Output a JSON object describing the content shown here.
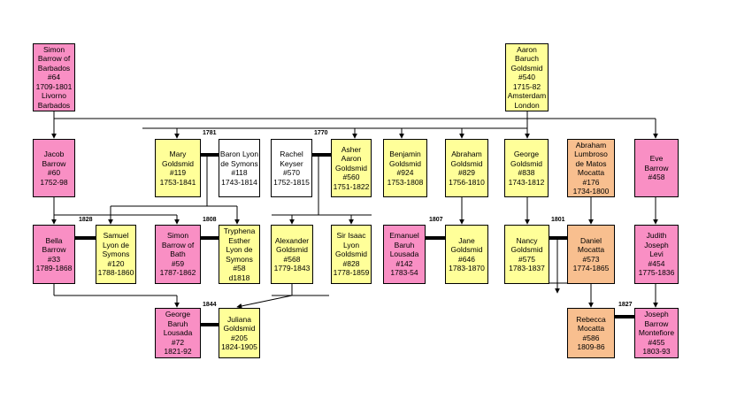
{
  "colors": {
    "pink": "#f98fc4",
    "yellow": "#ffff99",
    "orange": "#f8bf8f",
    "white": "#ffffff",
    "line": "#000000"
  },
  "people": {
    "simon_barrow": {
      "lines": "Simon\nBarrow of\nBarbados\n#64\n1709-1801\nLivorno\nBarbados"
    },
    "aaron_goldsmid": {
      "lines": "Aaron\nBaruch\nGoldsmid\n#540\n1715-82\nAmsterdam\nLondon"
    },
    "jacob_barrow": {
      "lines": "Jacob\nBarrow\n#60\n1752-98"
    },
    "mary_goldsmid": {
      "lines": "Mary\nGoldsmid\n#119\n1753-1841"
    },
    "baron_lyon": {
      "lines": "Baron Lyon\nde Symons\n#118\n1743-1814"
    },
    "rachel_keyser": {
      "lines": "Rachel\nKeyser\n#570\n1752-1815"
    },
    "asher_goldsmid": {
      "lines": "Asher\nAaron\nGoldsmid\n#560\n1751-1822"
    },
    "benjamin_goldsmid": {
      "lines": "Benjamin\nGoldsmid\n#924\n1753-1808"
    },
    "abraham_goldsmid": {
      "lines": "Abraham\nGoldsmid\n#829\n1756-1810"
    },
    "george_goldsmid": {
      "lines": "George\nGoldsmid\n#838\n1743-1812"
    },
    "abraham_mocatta": {
      "lines": "Abraham\nLumbroso\nde Matos\nMocatta\n#176\n1734-1800"
    },
    "eve_barrow": {
      "lines": "Eve\nBarrow\n#458"
    },
    "bella_barrow": {
      "lines": "Bella\nBarrow\n#33\n1789-1868"
    },
    "samuel_lyon": {
      "lines": "Samuel\nLyon de\nSymons\n#120\n1788-1860"
    },
    "simon_barrow_bath": {
      "lines": "Simon\nBarrow of\nBath\n#59\n1787-1862"
    },
    "tryphena": {
      "lines": "Tryphena\nEsther\nLyon de\nSymons\n#58\nd1818"
    },
    "alexander_goldsmid": {
      "lines": "Alexander\nGoldsmid\n#568\n1779-1843"
    },
    "isaac_goldsmid": {
      "lines": "Sir Isaac\nLyon\nGoldsmid\n#828\n1778-1859"
    },
    "emanuel_lousada": {
      "lines": "Emanuel\nBaruh\nLousada\n#142\n1783-54"
    },
    "jane_goldsmid": {
      "lines": "Jane\nGoldsmid\n#646\n1783-1870"
    },
    "nancy_goldsmid": {
      "lines": "Nancy\nGoldsmid\n#575\n1783-1837"
    },
    "daniel_mocatta": {
      "lines": "Daniel\nMocatta\n#573\n1774-1865"
    },
    "judith_levi": {
      "lines": "Judith\nJoseph\nLevi\n#454\n1775-1836"
    },
    "george_lousada": {
      "lines": "George\nBaruh\nLousada\n#72\n1821-92"
    },
    "juliana_goldsmid": {
      "lines": "Juliana\nGoldsmid\n#205\n1824-1905"
    },
    "rebecca_mocatta": {
      "lines": "Rebecca\nMocatta\n#586\n1809-86"
    },
    "joseph_montefiore": {
      "lines": "Joseph\nBarrow\nMontefiore\n#455\n1803-93"
    }
  },
  "marriage_years": {
    "y1781": "1781",
    "y1770": "1770",
    "y1828": "1828",
    "y1808": "1808",
    "y1807": "1807",
    "y1801": "1801",
    "y1844": "1844",
    "y1827": "1827"
  }
}
